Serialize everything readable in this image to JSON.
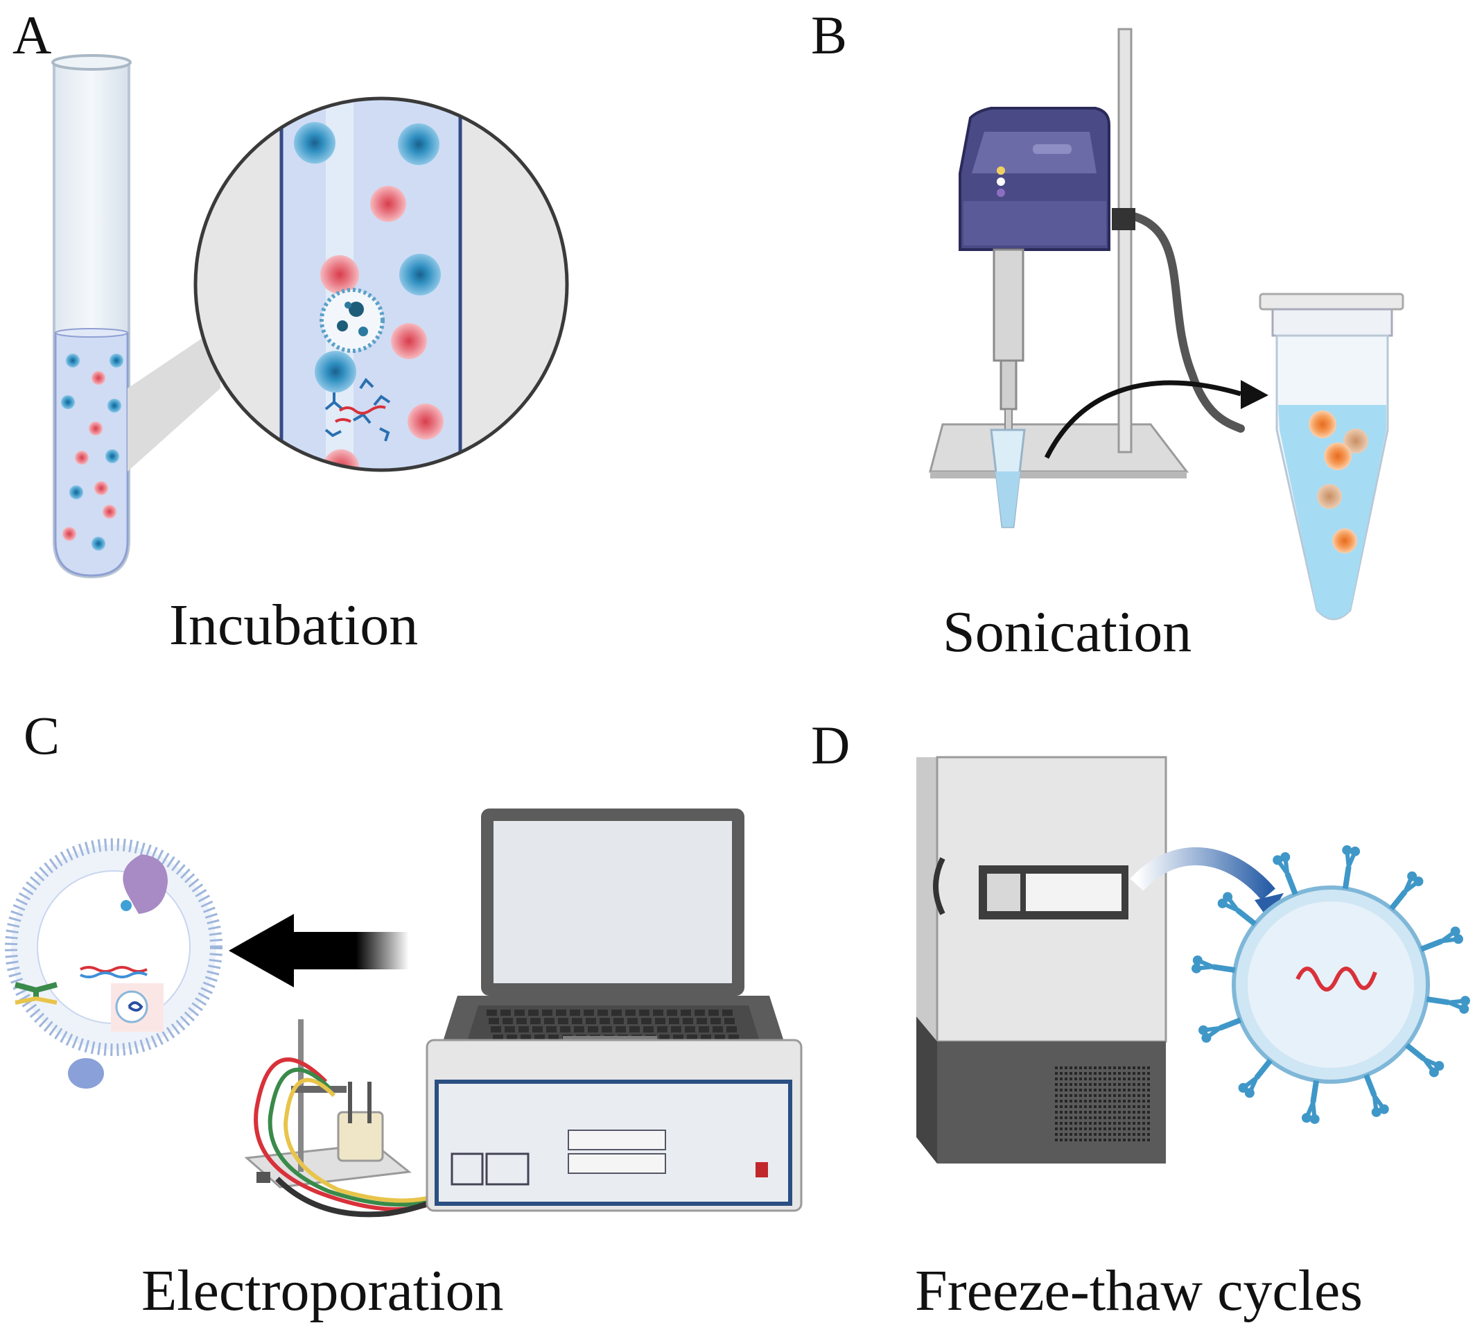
{
  "panels": {
    "a": {
      "letter": "A",
      "caption": "Incubation"
    },
    "b": {
      "letter": "B",
      "caption": "Sonication"
    },
    "c": {
      "letter": "C",
      "caption": "Electroporation"
    },
    "d": {
      "letter": "D",
      "caption": "Freeze-thaw cycles"
    }
  },
  "colors": {
    "blue_cell": "#2f8fc0",
    "red_cell": "#e06470",
    "orange_particle": "#f08a3c",
    "tube_liquid": "#cfdcf4",
    "device_purple": "#4a4a86",
    "freezer_gray": "#e6e6e6",
    "vesicle_blue": "#3f97c8",
    "rna_red": "#d8313a"
  },
  "icons": [
    "test-tube-icon",
    "magnifier-circle-icon",
    "sonicator-icon",
    "microtube-icon",
    "arrow-icon",
    "laptop-icon",
    "electroporator-icon",
    "electrode-stand-icon",
    "exosome-icon",
    "freezer-icon",
    "vesicle-icon"
  ]
}
